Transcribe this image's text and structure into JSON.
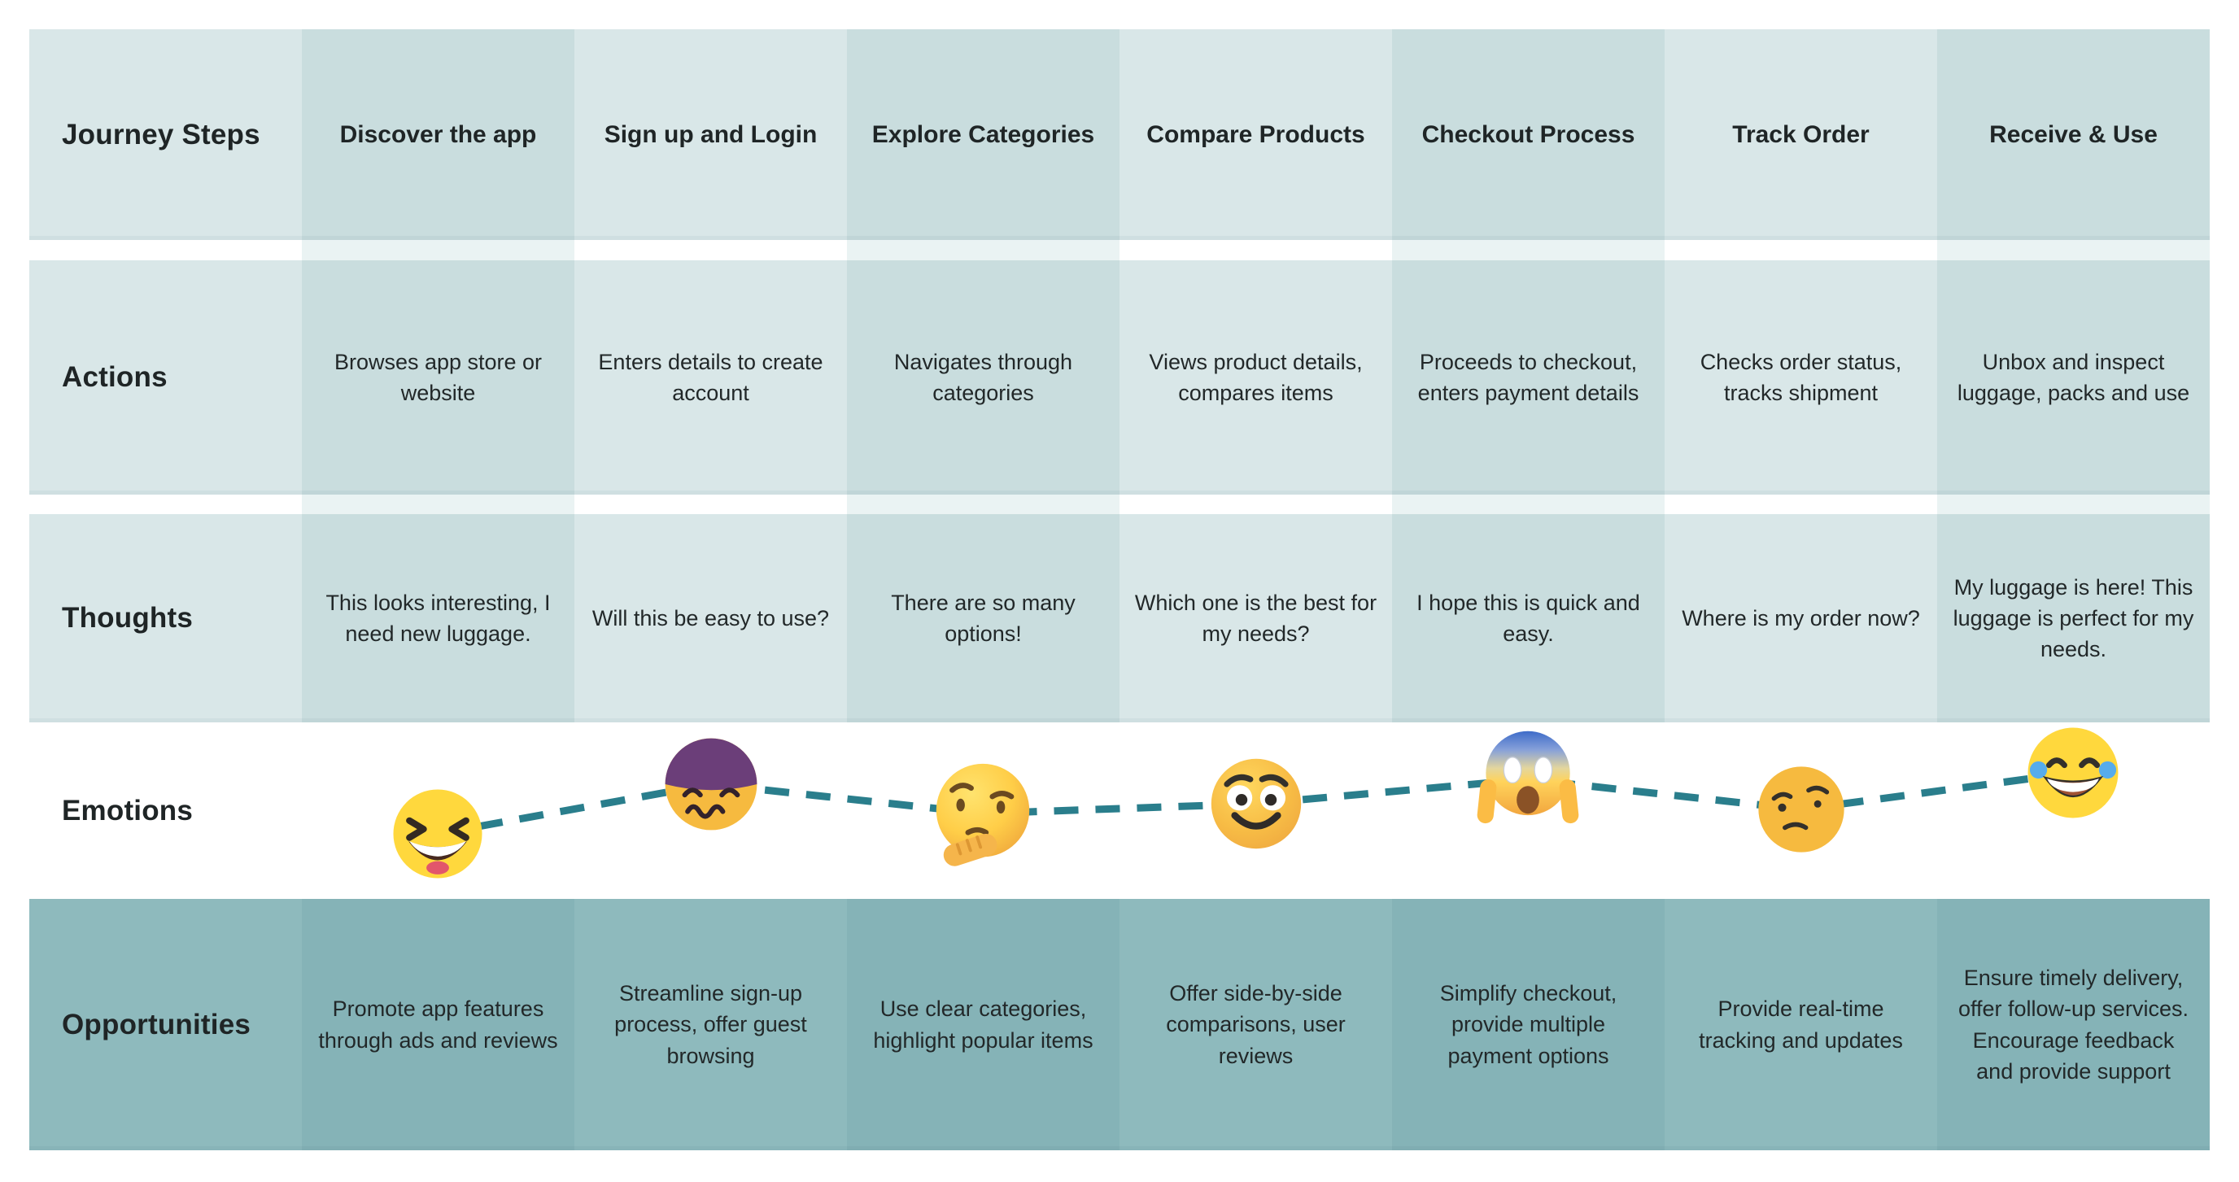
{
  "journey_map": {
    "row_labels": {
      "steps": "Journey Steps",
      "actions": "Actions",
      "thoughts": "Thoughts",
      "emotions": "Emotions",
      "opportunities": "Opportunities"
    },
    "stages": [
      "Discover the app",
      "Sign up and Login",
      "Explore Categories",
      "Compare Products",
      "Checkout Process",
      "Track Order",
      "Receive & Use"
    ],
    "actions": [
      "Browses app store or website",
      "Enters details to create account",
      "Navigates through categories",
      "Views product details, compares items",
      "Proceeds to checkout, enters payment details",
      "Checks order status, tracks shipment",
      "Unbox and inspect luggage, packs and use"
    ],
    "thoughts": [
      "This looks interesting, I need new luggage.",
      "Will this be easy to use?",
      "There are so many options!",
      "Which one is the best for my needs?",
      "I hope this is quick and easy.",
      "Where is my order now?",
      "My luggage is here! This luggage is perfect for my needs."
    ],
    "emotions": [
      {
        "icon": "grinning-squinting-face-icon",
        "glyph": "😆"
      },
      {
        "icon": "confounded-face-icon",
        "glyph": "😖"
      },
      {
        "icon": "thinking-face-icon",
        "glyph": "🤔"
      },
      {
        "icon": "smiling-face-big-eyes-icon",
        "glyph": "🙂"
      },
      {
        "icon": "screaming-face-icon",
        "glyph": "😱"
      },
      {
        "icon": "skeptical-face-icon",
        "glyph": "🤨"
      },
      {
        "icon": "tears-of-joy-face-icon",
        "glyph": "😂"
      }
    ],
    "opportunities": [
      "Promote app features through ads and reviews",
      "Streamline sign-up process, offer guest browsing",
      "Use clear categories, highlight popular items",
      "Offer side-by-side comparisons, user reviews",
      "Simplify checkout, provide multiple payment options",
      "Provide real-time tracking and updates",
      "Ensure timely delivery, offer follow-up services. Encourage feedback and provide support"
    ]
  },
  "colors": {
    "cell_light": "#d9e7e8",
    "cell_dark": "#c9ddde",
    "opportunity_light": "#8ebabd",
    "opportunity_dark": "#85b3b7",
    "gap_tint": "#eaf3f3",
    "dash_line": "#2a7e8c",
    "text": "#1f2526"
  }
}
